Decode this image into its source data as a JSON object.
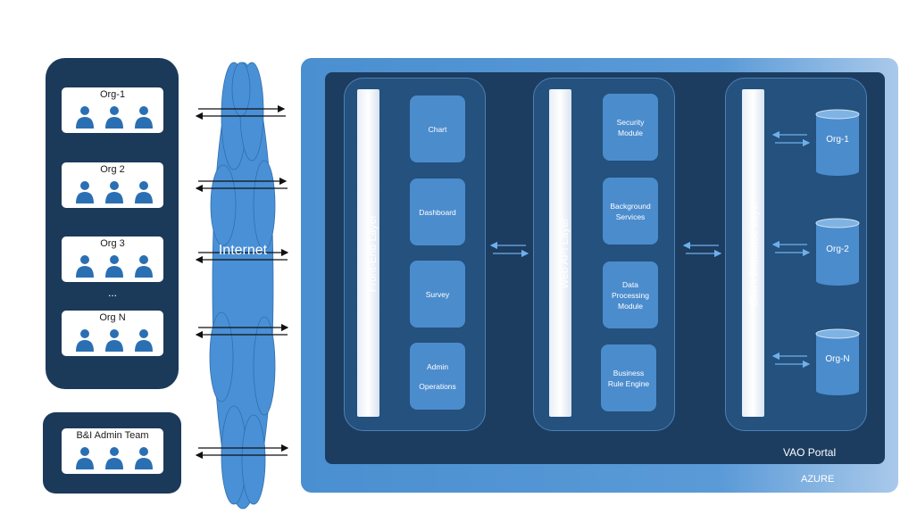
{
  "orgs": {
    "org1": "Org-1",
    "org2": "Org 2",
    "org3": "Org 3",
    "ellipsis": "...",
    "orgn": "Org N"
  },
  "admin_team": "B&I Admin Team",
  "internet": "Internet",
  "front_end": {
    "title": "Front-End Layer",
    "modules": [
      "Chart",
      "Dashboard",
      "Survey",
      "Admin Operations"
    ]
  },
  "web_api": {
    "title": "Web API Layer",
    "modules": [
      "Security Module",
      "Background Services",
      "Data Processing Module",
      "Business Rule Engine"
    ]
  },
  "client_db": {
    "title": "Client Database Layer",
    "databases": [
      "Org-1",
      "Org-2",
      "Org-N"
    ]
  },
  "vao_portal": "VAO Portal",
  "azure": "AZURE",
  "colors": {
    "dark_navy": "#1b3a5a",
    "azure_blue": "#4a8fd0",
    "module_blue": "#4b8ccd",
    "cloud_blue": "#4a90d6"
  }
}
